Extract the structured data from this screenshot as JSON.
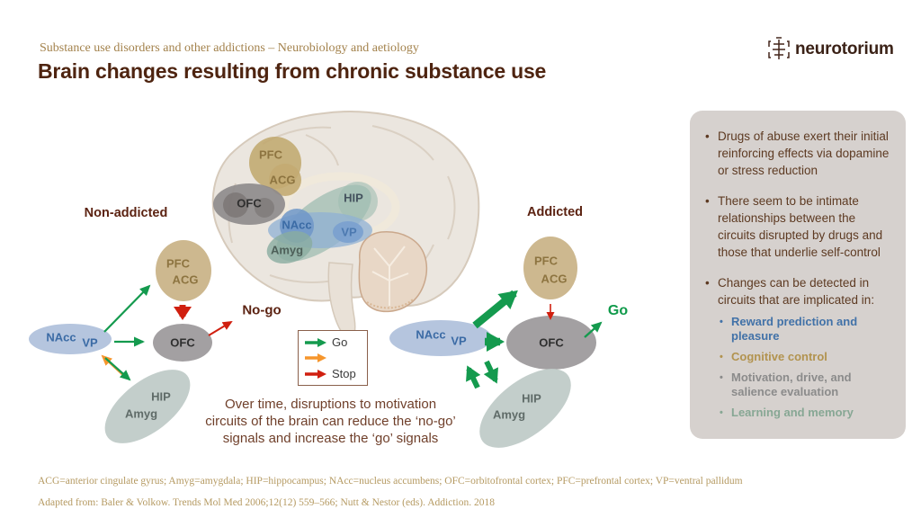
{
  "header": {
    "eyebrow": "Substance use disorders and other addictions – Neurobiology and aetiology",
    "title": "Brain changes resulting from chronic substance use",
    "logo_text": "neurotorium",
    "logo_icon": "neurotorium-brain-icon"
  },
  "brain_figure": {
    "description": "sagittal brain illustration with highlighted regions",
    "labels": {
      "pfc": "PFC",
      "acg": "ACG",
      "ofc": "OFC",
      "hip": "HIP",
      "nacc": "NAcc",
      "vp": "VP",
      "amyg": "Amyg"
    }
  },
  "left_diagram": {
    "heading": "Non-addicted",
    "nodes": {
      "pfc": "PFC",
      "acg": "ACG",
      "ofc": "OFC",
      "nacc": "NAcc",
      "vp": "VP",
      "hip": "HIP",
      "amyg": "Amyg"
    },
    "outcome_label": "No-go"
  },
  "right_diagram": {
    "heading": "Addicted",
    "nodes": {
      "pfc": "PFC",
      "acg": "ACG",
      "ofc": "OFC",
      "nacc": "NAcc",
      "vp": "VP",
      "hip": "HIP",
      "amyg": "Amyg"
    },
    "outcome_label": "Go"
  },
  "legend": {
    "go_label": "Go",
    "stop_label": "Stop"
  },
  "caption": {
    "line1": "Over time, disruptions to motivation",
    "line2": "circuits of the brain can reduce the ‘no-go’",
    "line3": "signals and increase the ‘go’ signals"
  },
  "sidebar": {
    "bullets": [
      {
        "text": "Drugs of abuse exert their initial reinforcing effects via dopamine or stress reduction"
      },
      {
        "text": "There seem to be intimate relationships between the circuits disrupted by drugs and those that underlie self-control"
      },
      {
        "text": "Changes can be detected in circuits that are implicated in:"
      }
    ],
    "sub_bullets": [
      {
        "text": "Reward prediction and pleasure",
        "color": "#4272a8"
      },
      {
        "text": "Cognitive control",
        "color": "#b2934f"
      },
      {
        "text": "Motivation, drive, and salience evaluation",
        "color": "#8b8b8b"
      },
      {
        "text": "Learning and memory",
        "color": "#87a794"
      }
    ]
  },
  "footnotes": {
    "abbreviations": "ACG=anterior cingulate  gyrus; Amyg=amygdala;  HIP=hippocampus; NAcc=nucleus accumbens;  OFC=orbitofrontal cortex;  PFC=prefrontal cortex;  VP=ventral pallidum",
    "source": "Adapted from: Baler &  Volkow. Trends Mol Med 2006;12(12) 559–566; Nutt & Nestor (eds). Addiction. 2018"
  },
  "palette": {
    "title_brown": "#4e2410",
    "eyebrow_tan": "#a3824c",
    "footnote_tan": "#b59a62",
    "sidebar_bg": "#d6d1ce",
    "sidebar_text": "#5d3a22",
    "tan_oval": "#cdb88f",
    "gray_oval": "#a3a0a2",
    "blue_oval": "#b5c5de",
    "sage_oval": "#c3cecb",
    "arrow_green": "#149a4e",
    "arrow_orange": "#f6962c",
    "arrow_red": "#d01f0f"
  }
}
